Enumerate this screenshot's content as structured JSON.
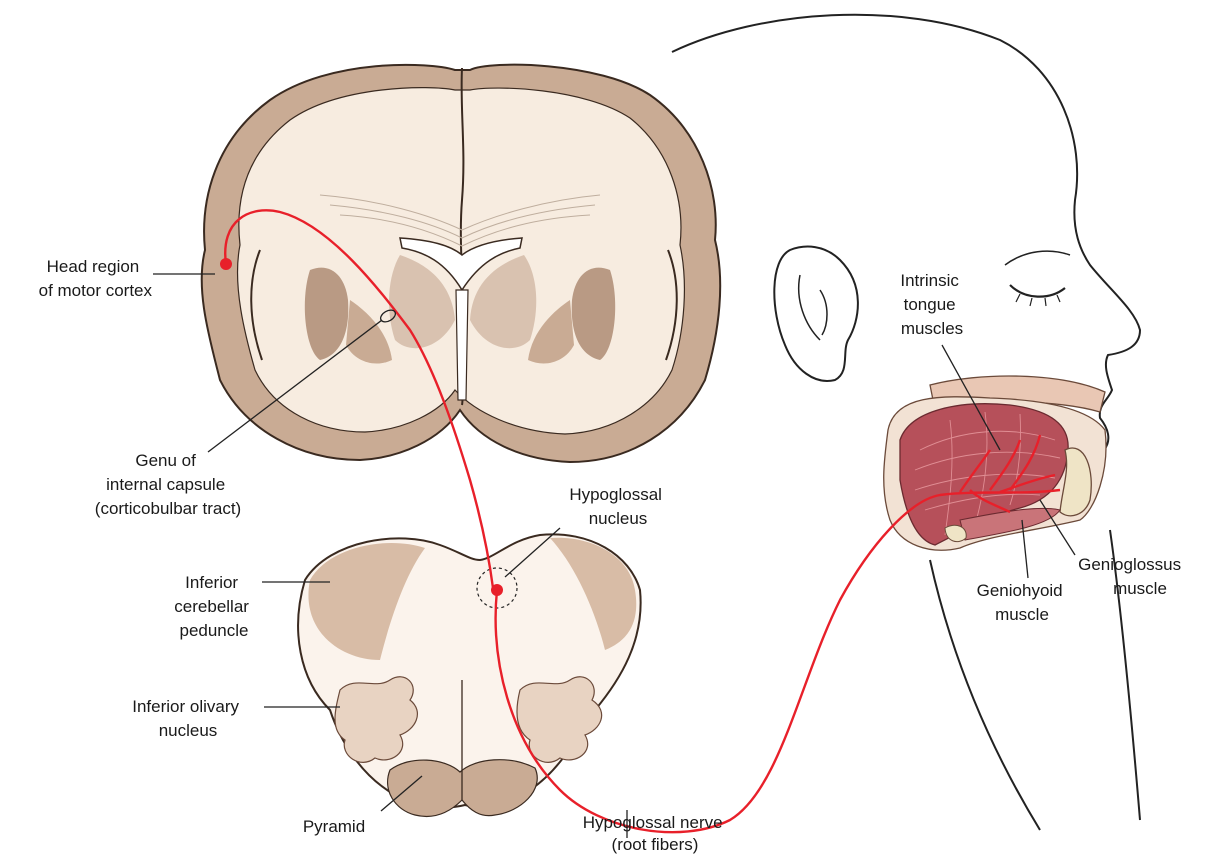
{
  "labels": {
    "head_region": [
      "Head region",
      "of motor cortex"
    ],
    "genu": [
      "Genu of",
      "internal capsule",
      "(corticobulbar tract)"
    ],
    "inferior_cerebellar_peduncle": [
      "Inferior",
      "cerebellar",
      "peduncle"
    ],
    "inferior_olivary_nucleus": [
      "Inferior olivary",
      "nucleus"
    ],
    "pyramid": [
      "Pyramid"
    ],
    "hypoglossal_nucleus": [
      "Hypoglossal",
      "nucleus"
    ],
    "hypoglossal_nerve": [
      "Hypoglossal nerve",
      "(root fibers)"
    ],
    "intrinsic_tongue_muscles": [
      "Intrinsic",
      "tongue",
      "muscles"
    ],
    "geniohyoid_muscle": [
      "Geniohyoid",
      "muscle"
    ],
    "genioglossus_muscle": [
      "Genioglossus",
      "muscle"
    ]
  },
  "colors": {
    "pathway": "#e8202a",
    "white_matter": "#f7ece0",
    "gray_matter": "#c9ab94",
    "deep_nuclei": "#b99a84",
    "outline": "#3a2a20",
    "tongue_muscle": "#b6505a",
    "medulla_fill": "#fbf3ec",
    "medulla_shade": "#d8bca6"
  }
}
